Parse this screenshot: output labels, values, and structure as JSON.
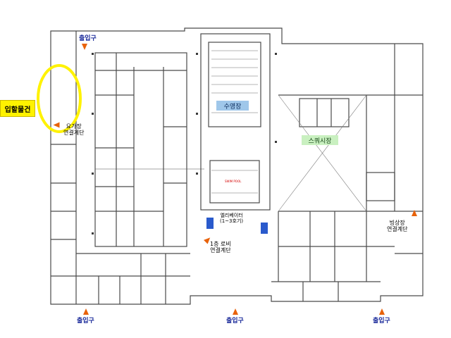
{
  "legend": {
    "lost_found": "입할물건"
  },
  "pool": {
    "label": "수영장",
    "small_label": "SWIM POOL"
  },
  "squash": {
    "label": "스쿼시장"
  },
  "entrances": {
    "top": "출입구",
    "bottom_left": "출입구",
    "bottom_center": "출입구",
    "bottom_right": "출입구"
  },
  "stairs": {
    "yoga": [
      "요가장",
      "연결계단"
    ],
    "lobby": [
      "1층 로비",
      "연결계단"
    ],
    "elevator": [
      "엘리베이터",
      "(1~3호기)"
    ],
    "ice_rink": [
      "빙상장",
      "연결계단"
    ]
  },
  "colors": {
    "wall": "#4a4a4a",
    "room_text": "#d40000",
    "entrance_text": "#1a2a9a",
    "arrow": "#e8620a",
    "highlight_circle": "#fff200",
    "pool_label_bg": "#9fc7ea",
    "squash_label_bg": "#c9f0c0",
    "elevator_blue": "#2a5acc"
  }
}
